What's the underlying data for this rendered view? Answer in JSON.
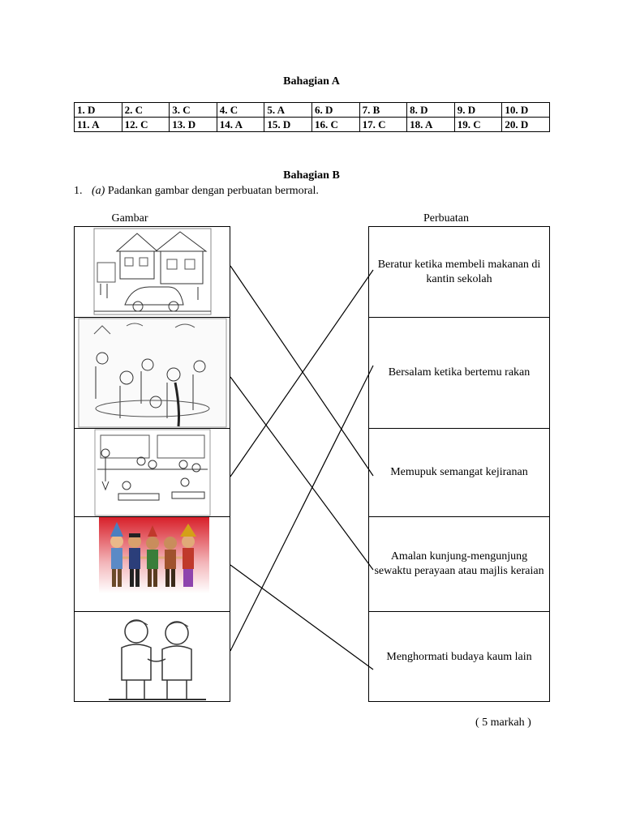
{
  "section_a": {
    "title": "Bahagian A",
    "rows": [
      [
        "1. D",
        "2. C",
        "3. C",
        "4. C",
        "5. A",
        "6. D",
        "7. B",
        "8. D",
        "9. D",
        "10. D"
      ],
      [
        "11. A",
        "12. C",
        "13. D",
        "14. A",
        "15. D",
        "16. C",
        "17. C",
        "18. A",
        "19. C",
        "20. D"
      ]
    ]
  },
  "section_b": {
    "title": "Bahagian B",
    "question_number": "1.",
    "question_sub": "(a)",
    "question_text": " Padankan gambar dengan perbuatan bermoral.",
    "col_left": "Gambar",
    "col_right": "Perbuatan",
    "pictures": [
      {
        "icon": "neighbourhood-houses-picture"
      },
      {
        "icon": "festival-gathering-picture"
      },
      {
        "icon": "school-canteen-queue-picture"
      },
      {
        "icon": "multiethnic-children-picture"
      },
      {
        "icon": "boys-shaking-hands-picture"
      }
    ],
    "actions": [
      "Beratur ketika membeli makanan di kantin sekolah",
      "Bersalam ketika bertemu rakan",
      "Memupuk semangat kejiranan",
      "Amalan kunjung-mengunjung sewaktu perayaan atau majlis keraian",
      "Menghormati budaya kaum lain"
    ],
    "matches": [
      [
        0,
        2
      ],
      [
        1,
        3
      ],
      [
        2,
        0
      ],
      [
        3,
        4
      ],
      [
        4,
        1
      ]
    ],
    "marks": "( 5 markah )"
  }
}
